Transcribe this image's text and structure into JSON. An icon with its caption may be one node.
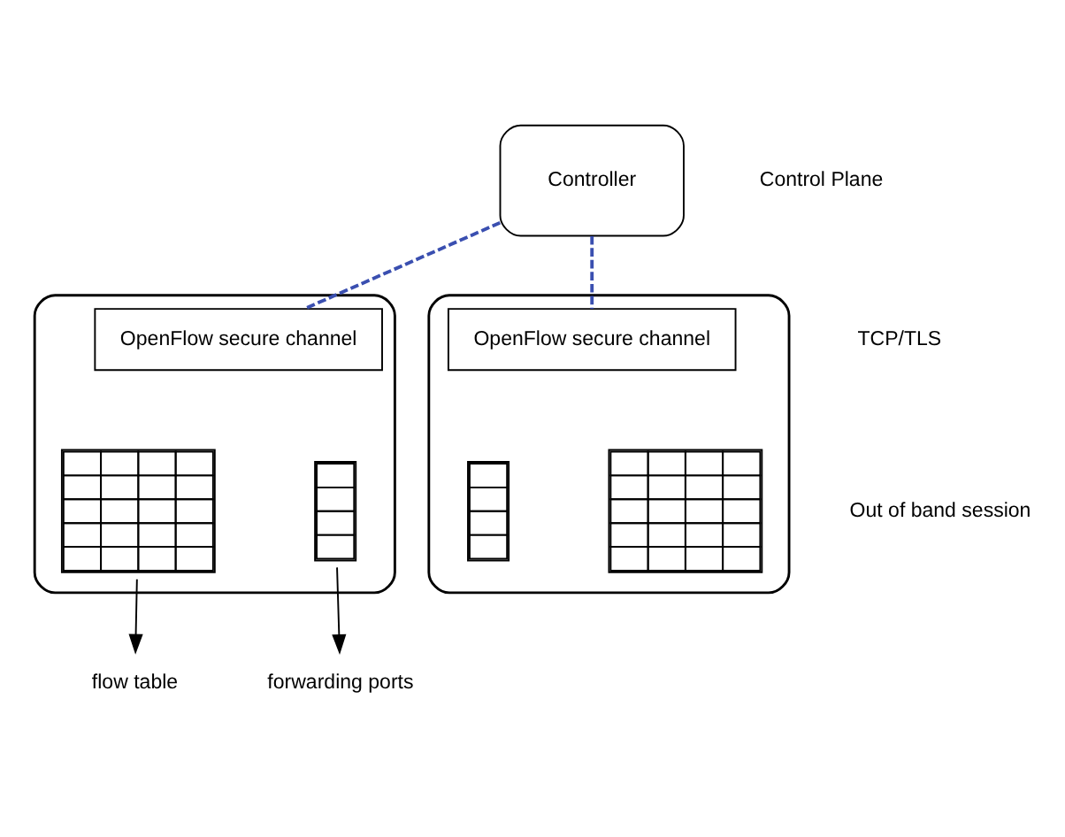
{
  "diagram": {
    "nodes": [
      {
        "text": [
          "Controller"
        ]
      },
      {
        "text": [],
        "shape": "box"
      },
      {
        "text": [
          "OpenFlow secure channel"
        ],
        "in": 1
      },
      {
        "text": [],
        "shape": "table",
        "in": 1
      },
      {
        "text": [],
        "shape": "table",
        "in": 1
      },
      {
        "text": [],
        "shape": "box"
      },
      {
        "text": [
          "OpenFlow secure channel"
        ],
        "in": 5
      },
      {
        "text": [],
        "shape": "table",
        "in": 5
      },
      {
        "text": [],
        "shape": "table",
        "in": 5
      },
      {
        "text": [
          "flow table"
        ]
      },
      {
        "text": [
          "forwarding ports"
        ]
      }
    ],
    "edges": [
      {
        "from": 0,
        "to": 2,
        "arrow": "none",
        "style": "dashed",
        "color": "#3a4fb0"
      },
      {
        "from": 0,
        "to": 6,
        "arrow": "none",
        "style": "dashed",
        "color": "#3a4fb0"
      },
      {
        "from": 3,
        "to": 9,
        "arrow": "to",
        "color": "#000000"
      },
      {
        "from": 4,
        "to": 10,
        "arrow": "to",
        "color": "#000000"
      }
    ],
    "labels": [
      "Control Plane",
      "TCP/TLS",
      "Out of band session"
    ]
  }
}
